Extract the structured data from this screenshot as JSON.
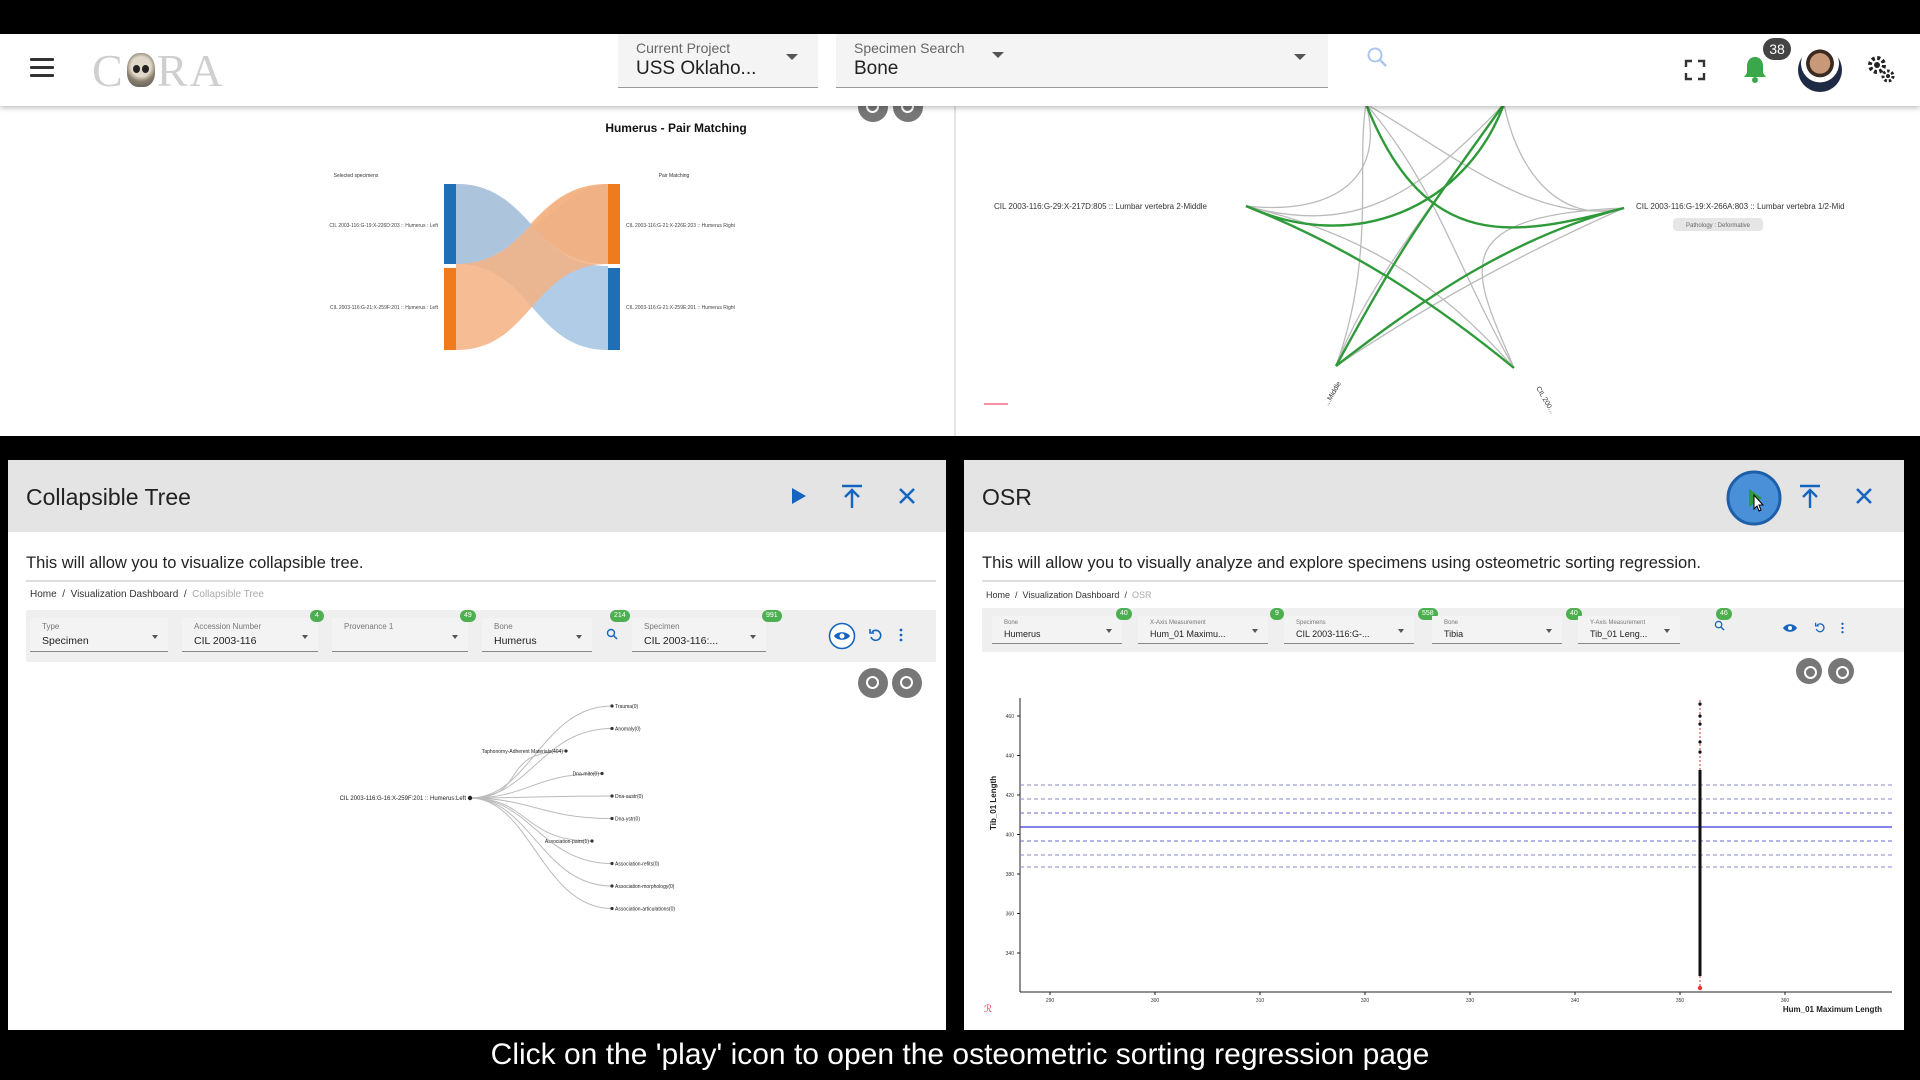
{
  "header": {
    "project_label": "Current Project",
    "project_value": "USS Oklaho...",
    "specimen_label": "Specimen Search",
    "specimen_value": "Bone",
    "notification_count": "38"
  },
  "top_left": {
    "title": "Humerus - Pair Matching",
    "left_heading": "Selected specimens",
    "right_heading": "Pair Matching",
    "left_1": "CIL 2003-116:G-19:X-226D:203 :: Humerus : Left",
    "left_2": "CIL 2003-116:G-21:X-259F:201 :: Humerus : Left",
    "right_1": "CIL 2003-116:G-21:X-226E:203 :: Humerus Right",
    "right_2": "CIL 2003-116:G-21:X-259E:201 :: Humerus Right"
  },
  "top_right": {
    "left_label": "CIL 2003-116:G-29:X-217D:805 :: Lumbar vertebra 2-Middle",
    "right_label": "CIL 2003-116:G-19:X-266A:803 :: Lumbar vertebra 1/2-Mid",
    "chip": "Pathology : Deformative",
    "bottom_left_label": "...Middle",
    "bottom_right_label": "CIL 200..."
  },
  "tree_panel": {
    "title": "Collapsible Tree",
    "description": "This will allow you to visualize collapsible tree.",
    "crumbs": [
      "Home",
      "Visualization Dashboard",
      "Collapsible Tree"
    ],
    "filters": [
      {
        "label": "Type",
        "value": "Specimen",
        "badge": ""
      },
      {
        "label": "Accession Number",
        "value": "CIL 2003-116",
        "badge": "4"
      },
      {
        "label": "Provenance 1",
        "value": "",
        "badge": "49"
      },
      {
        "label": "Bone",
        "value": "Humerus",
        "badge": "214"
      },
      {
        "label": "Specimen",
        "value": "CIL 2003-116:...",
        "badge": "991"
      }
    ],
    "root": "CIL 2003-116:G-16:X-259F:201 :: Humerus:Left",
    "children": [
      "Trauma(0)",
      "Anomaly(0)",
      "Taphonomy-Adherent Materials(404)",
      "Dna-mito(0)",
      "Dna-austr(0)",
      "Dna-ystr(0)",
      "Association-pairs(1)",
      "Association-refits(0)",
      "Association-morphology(0)",
      "Association-articulations(0)"
    ]
  },
  "osr_panel": {
    "title": "OSR",
    "description": "This will allow you to visually analyze and explore specimens using osteometric sorting regression.",
    "crumbs": [
      "Home",
      "Visualization Dashboard",
      "OSR"
    ],
    "filters": [
      {
        "label": "Bone",
        "value": "Humerus",
        "badge": "40"
      },
      {
        "label": "X-Axis Measurement",
        "value": "Hum_01 Maximu...",
        "badge": "9"
      },
      {
        "label": "Specimens",
        "value": "CIL 2003-116:G-...",
        "badge": "558"
      },
      {
        "label": "Bone",
        "value": "Tibia",
        "badge": "40"
      },
      {
        "label": "Y-Axis Measurement",
        "value": "Tib_01 Leng...",
        "badge": "46"
      }
    ],
    "x_axis_label": "Hum_01 Maximum Length",
    "y_axis_label": "Tib_01 Length",
    "x_ticks": [
      "290",
      "300",
      "310",
      "320",
      "330",
      "340",
      "350",
      "360"
    ],
    "y_ticks": [
      "460",
      "440",
      "420",
      "400",
      "380",
      "360",
      "340"
    ],
    "legend_glyph": "ℛ"
  },
  "caption": "Click on the 'play' icon to open the osteometric sorting regression page"
}
